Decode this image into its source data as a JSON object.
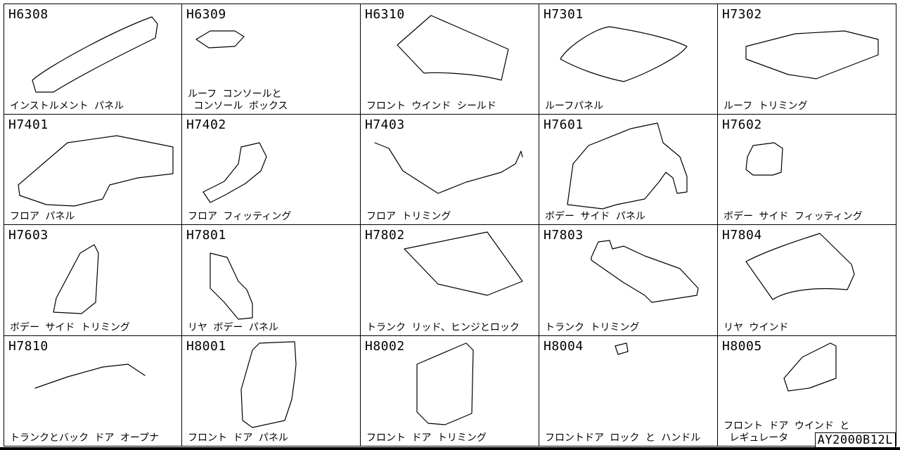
{
  "catalog": {
    "figure_number": "AY2000B12L",
    "sections": [
      {
        "code": "H6308",
        "name": "インストルメント パネル"
      },
      {
        "code": "H6309",
        "name": "ルーフ コンソールと\n コンソール ボックス"
      },
      {
        "code": "H6310",
        "name": "フロント ウインド シールド"
      },
      {
        "code": "H7301",
        "name": "ルーフパネル"
      },
      {
        "code": "H7302",
        "name": "ルーフ トリミング"
      },
      {
        "code": "H7401",
        "name": "フロア パネル"
      },
      {
        "code": "H7402",
        "name": "フロア フィッティング"
      },
      {
        "code": "H7403",
        "name": "フロア トリミング"
      },
      {
        "code": "H7601",
        "name": "ボデー サイド パネル"
      },
      {
        "code": "H7602",
        "name": "ボデー サイド フィッティング"
      },
      {
        "code": "H7603",
        "name": "ボデー サイド トリミング"
      },
      {
        "code": "H7801",
        "name": "リヤ ボデー パネル"
      },
      {
        "code": "H7802",
        "name": "トランク リッド、ヒンジとロック"
      },
      {
        "code": "H7803",
        "name": "トランク トリミング"
      },
      {
        "code": "H7804",
        "name": "リヤ ウインド"
      },
      {
        "code": "H7810",
        "name": "トランクとバック ドア オープナ"
      },
      {
        "code": "H8001",
        "name": "フロント ドア パネル"
      },
      {
        "code": "H8002",
        "name": "フロント ドア トリミング"
      },
      {
        "code": "H8004",
        "name": "フロントドア ロック と ハンドル"
      },
      {
        "code": "H8005",
        "name": "フロント ドア ウインド と\n レギュレータ"
      }
    ]
  }
}
